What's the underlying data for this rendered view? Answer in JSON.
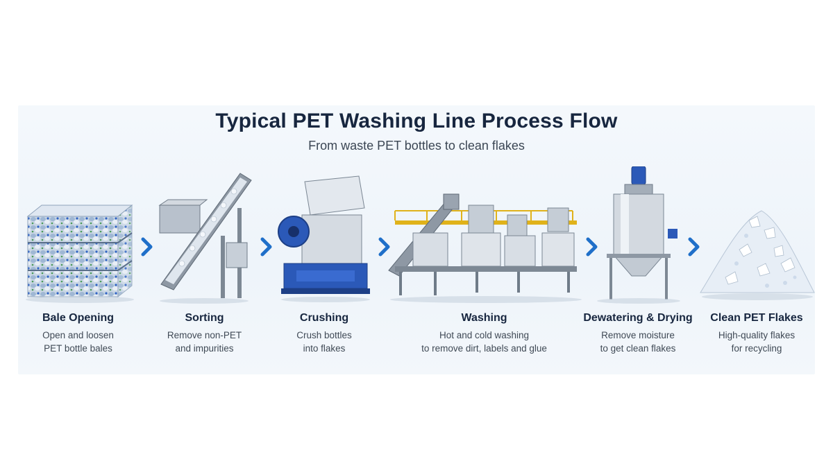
{
  "title": "Typical PET Washing Line Process Flow",
  "subtitle": "From waste PET bottles to clean flakes",
  "colors": {
    "accent": "#1f6fc9",
    "heading": "#17263f",
    "text": "#3f4955",
    "machine_blue": "#2b59b8"
  },
  "steps": [
    {
      "label": "Bale Opening",
      "desc": [
        "Open and loosen",
        "PET bottle bales"
      ],
      "icon": "bottle-bale-icon"
    },
    {
      "label": "Sorting",
      "desc": [
        "Remove non-PET",
        "and impurities"
      ],
      "icon": "conveyor-icon"
    },
    {
      "label": "Crushing",
      "desc": [
        "Crush bottles",
        "into flakes"
      ],
      "icon": "crusher-icon"
    },
    {
      "label": "Washing",
      "desc": [
        "Hot and cold washing",
        "to remove dirt, labels and glue"
      ],
      "icon": "washing-line-icon"
    },
    {
      "label": "Dewatering & Drying",
      "desc": [
        "Remove moisture",
        "to get clean flakes"
      ],
      "icon": "dryer-tank-icon"
    },
    {
      "label": "Clean PET Flakes",
      "desc": [
        "High-quality flakes",
        "for recycling"
      ],
      "icon": "flake-pile-icon"
    }
  ]
}
